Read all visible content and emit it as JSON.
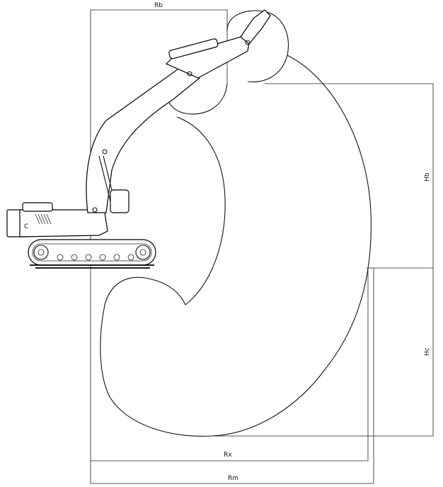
{
  "dimension_labels": {
    "rb": "Rb",
    "hb": "Hb",
    "hc": "Hc",
    "rx": "Rx",
    "rm": "Rm"
  }
}
